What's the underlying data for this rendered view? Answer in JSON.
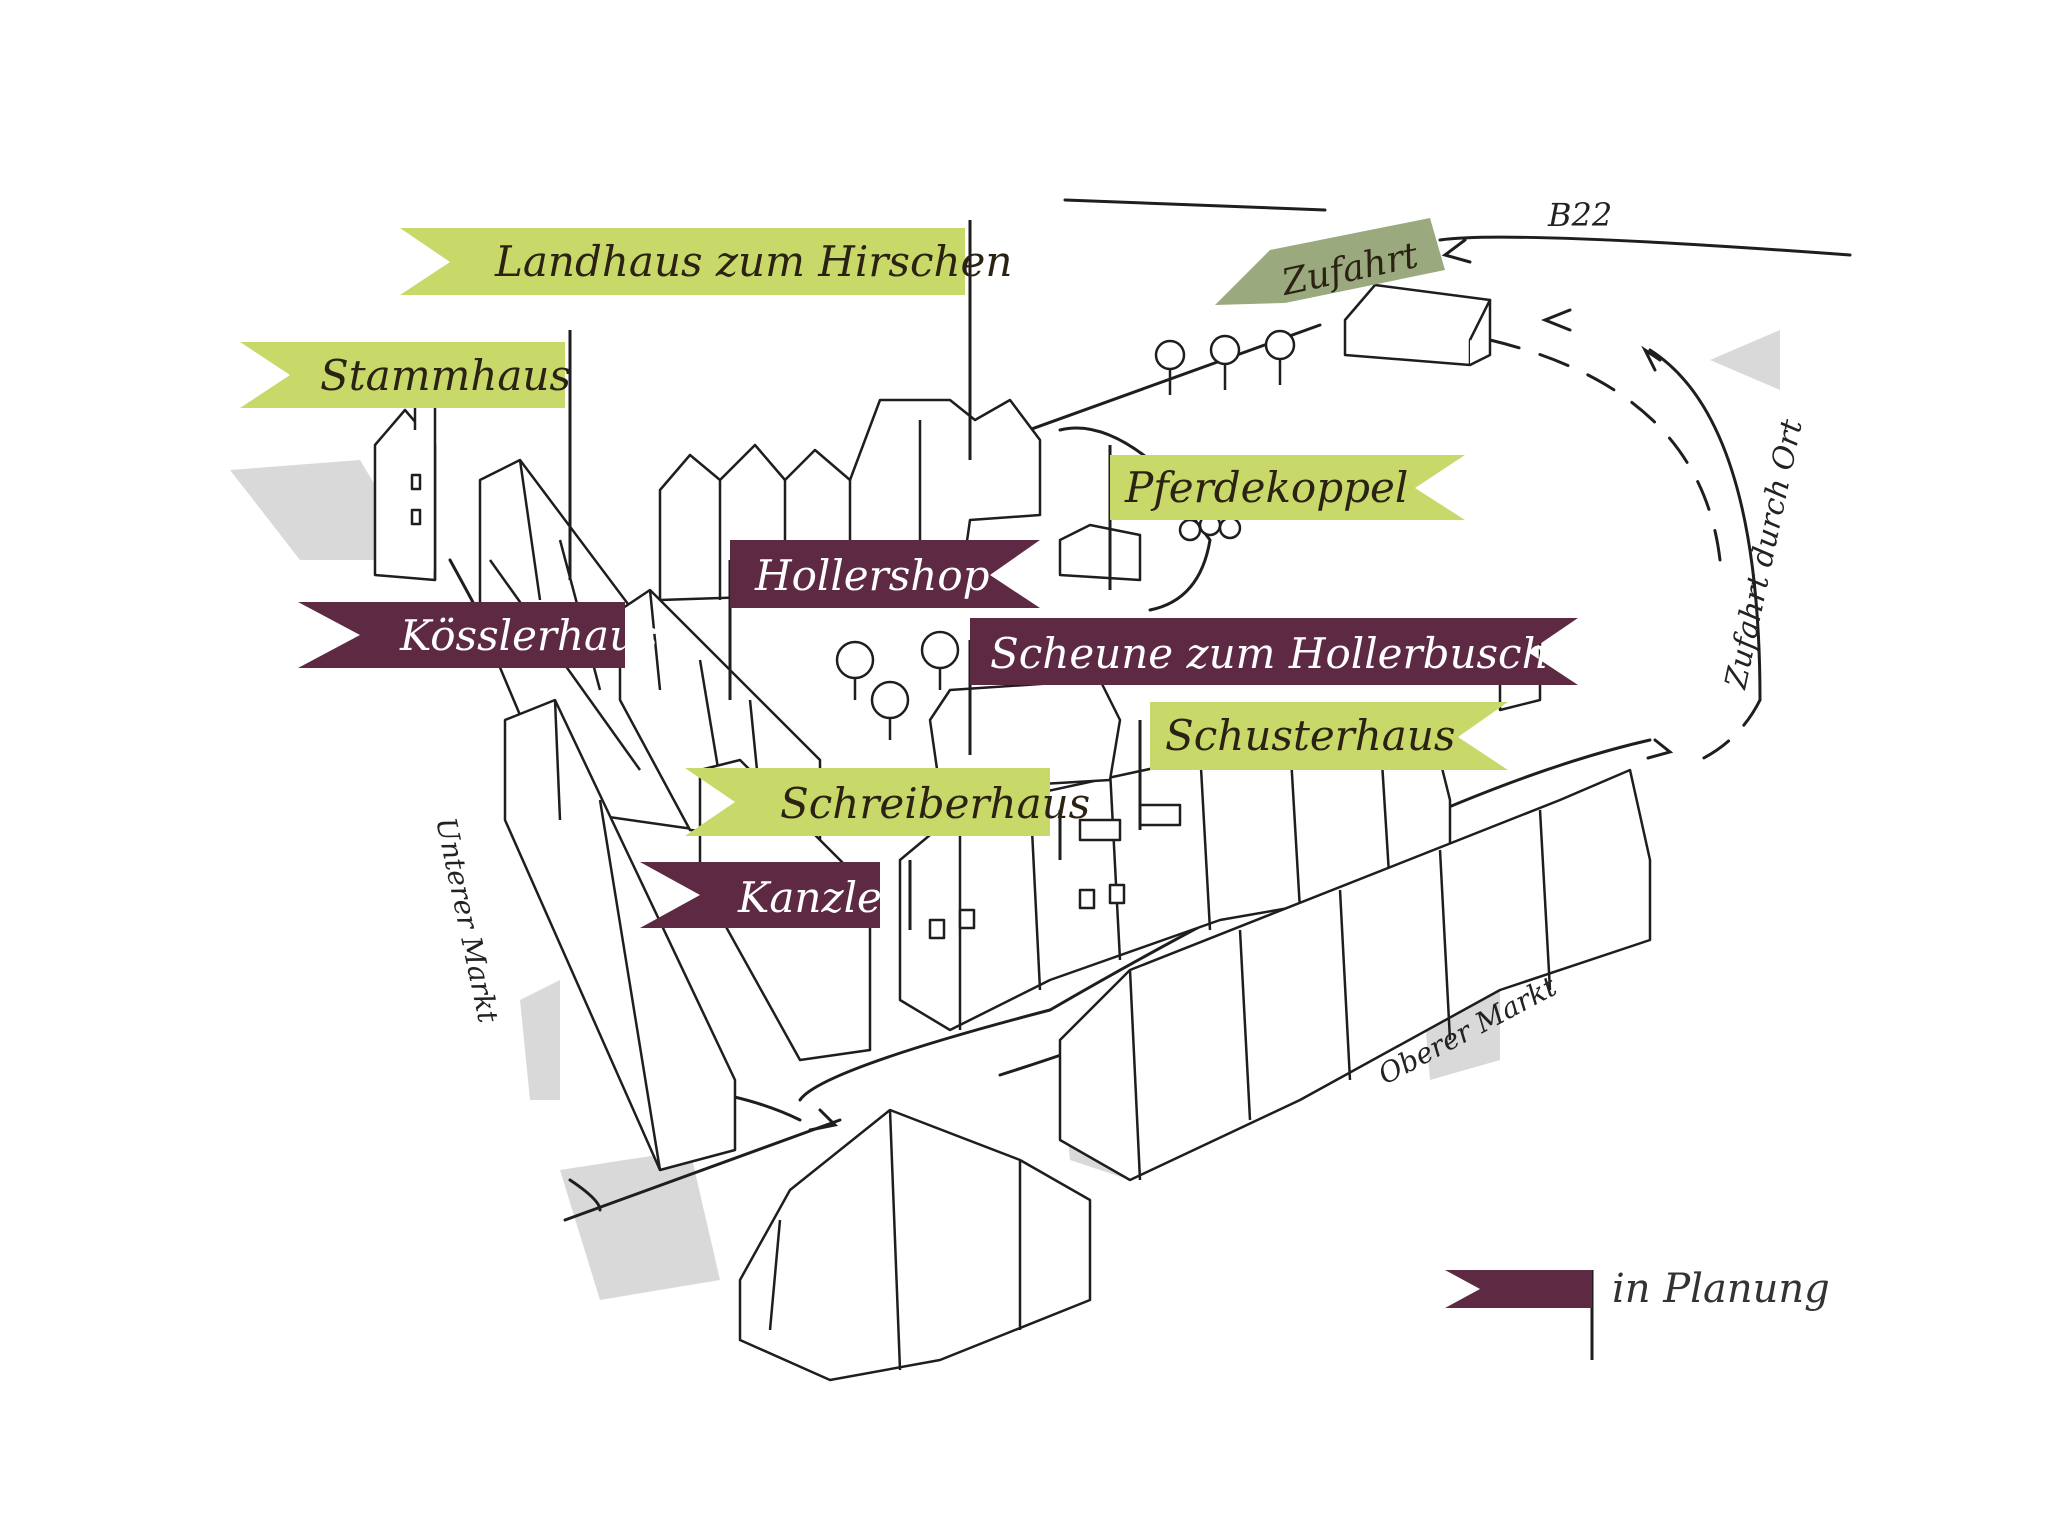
{
  "colors": {
    "existing": "#c8d96a",
    "planned": "#5e2a43",
    "existing_text": "#2b2213",
    "planned_text": "#ffffff",
    "access": "#9aa97e",
    "ink": "#1e1e1e",
    "shadow": "#c9c9c9"
  },
  "labels": {
    "landhaus": "Landhaus zum Hirschen",
    "stammhaus": "Stammhaus",
    "pferdekoppel": "Pferdekoppel",
    "hollershop": "Hollershop",
    "koesslerhaus": "Kösslerhaus",
    "scheune": "Scheune zum Hollerbusch",
    "schusterhaus": "Schusterhaus",
    "schreiberhaus": "Schreiberhaus",
    "kanzlei": "Kanzlei",
    "zufahrt": "Zufahrt"
  },
  "roads": {
    "b22": "B22",
    "zufahrt_durch_ort": "Zufahrt durch Ort",
    "unterer_markt": "Unterer Markt",
    "oberer_markt": "Oberer Markt"
  },
  "legend": {
    "in_planung": "in Planung",
    "swatch_color": "#5e2a43"
  }
}
